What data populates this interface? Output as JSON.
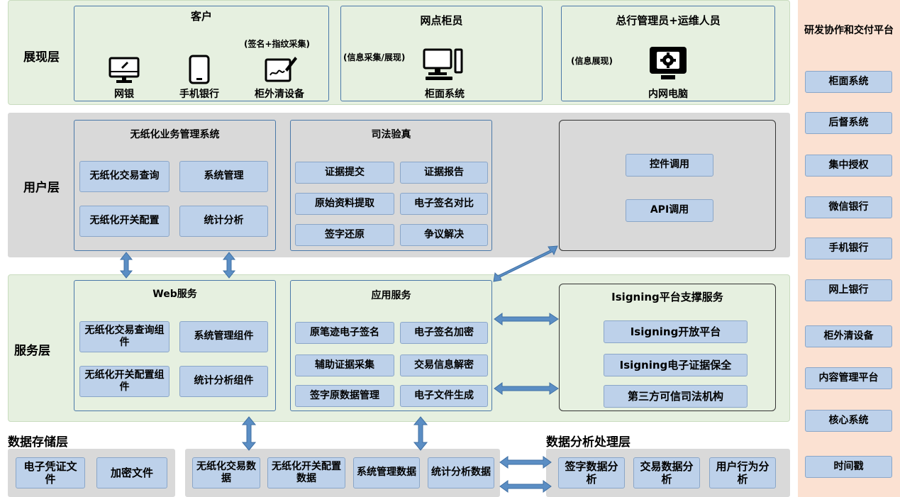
{
  "layers": {
    "presentation": "展现层",
    "user": "用户层",
    "service": "服务层",
    "data_storage": "数据存储层",
    "data_analysis": "数据分析处理层"
  },
  "presentation": {
    "customer": {
      "title": "客户",
      "sign_note": "(签名+指纹采集)",
      "channels": [
        "网银",
        "手机银行",
        "柜外清设备"
      ]
    },
    "teller": {
      "title": "网点柜员",
      "note": "(信息采集/展现)",
      "device": "柜面系统"
    },
    "admin": {
      "title": "总行管理员+运维人员",
      "note": "(信息展现)",
      "device": "内网电脑"
    }
  },
  "user_layer": {
    "paperless": {
      "title": "无纸化业务管理系统",
      "items": [
        "无纸化交易查询",
        "系统管理",
        "无纸化开关配置",
        "统计分析"
      ]
    },
    "judicial": {
      "title": "司法验真",
      "items": [
        "证据提交",
        "证据报告",
        "原始资料提取",
        "电子签名对比",
        "签字还原",
        "争议解决"
      ]
    },
    "calls": [
      "控件调用",
      "API调用"
    ]
  },
  "service_layer": {
    "web": {
      "title": "Web服务",
      "items": [
        "无纸化交易查询组件",
        "系统管理组件",
        "无纸化开关配置组件",
        "统计分析组件"
      ]
    },
    "app": {
      "title": "应用服务",
      "items": [
        "原笔迹电子签名",
        "电子签名加密",
        "辅助证据采集",
        "交易信息解密",
        "签字原数据管理",
        "电子文件生成"
      ]
    },
    "isigning": {
      "title": "Isigning平台支撑服务",
      "items": [
        "Isigning开放平台",
        "Isigning电子证据保全",
        "第三方可信司法机构"
      ]
    }
  },
  "data_storage": {
    "files": [
      "电子凭证文件",
      "加密文件"
    ],
    "data": [
      "无纸化交易数据",
      "无纸化开关配置数据",
      "系统管理数据",
      "统计分析数据"
    ]
  },
  "data_analysis": {
    "items": [
      "签字数据分析",
      "交易数据分析",
      "用户行为分析"
    ]
  },
  "right_panel": {
    "title": "研发协作和交付平台",
    "items": [
      "柜面系统",
      "后督系统",
      "集中授权",
      "微信银行",
      "手机银行",
      "网上银行",
      "柜外清设备",
      "内容管理平台",
      "核心系统",
      "时间戳"
    ]
  },
  "colors": {
    "green_band": "#e6f0e0",
    "gray_band": "#d9d9d9",
    "box_blue": "#bdd1ea",
    "frame_blue": "#4a78a8",
    "right_panel": "#fbe1d2",
    "arrow": "#5b8ec4"
  }
}
